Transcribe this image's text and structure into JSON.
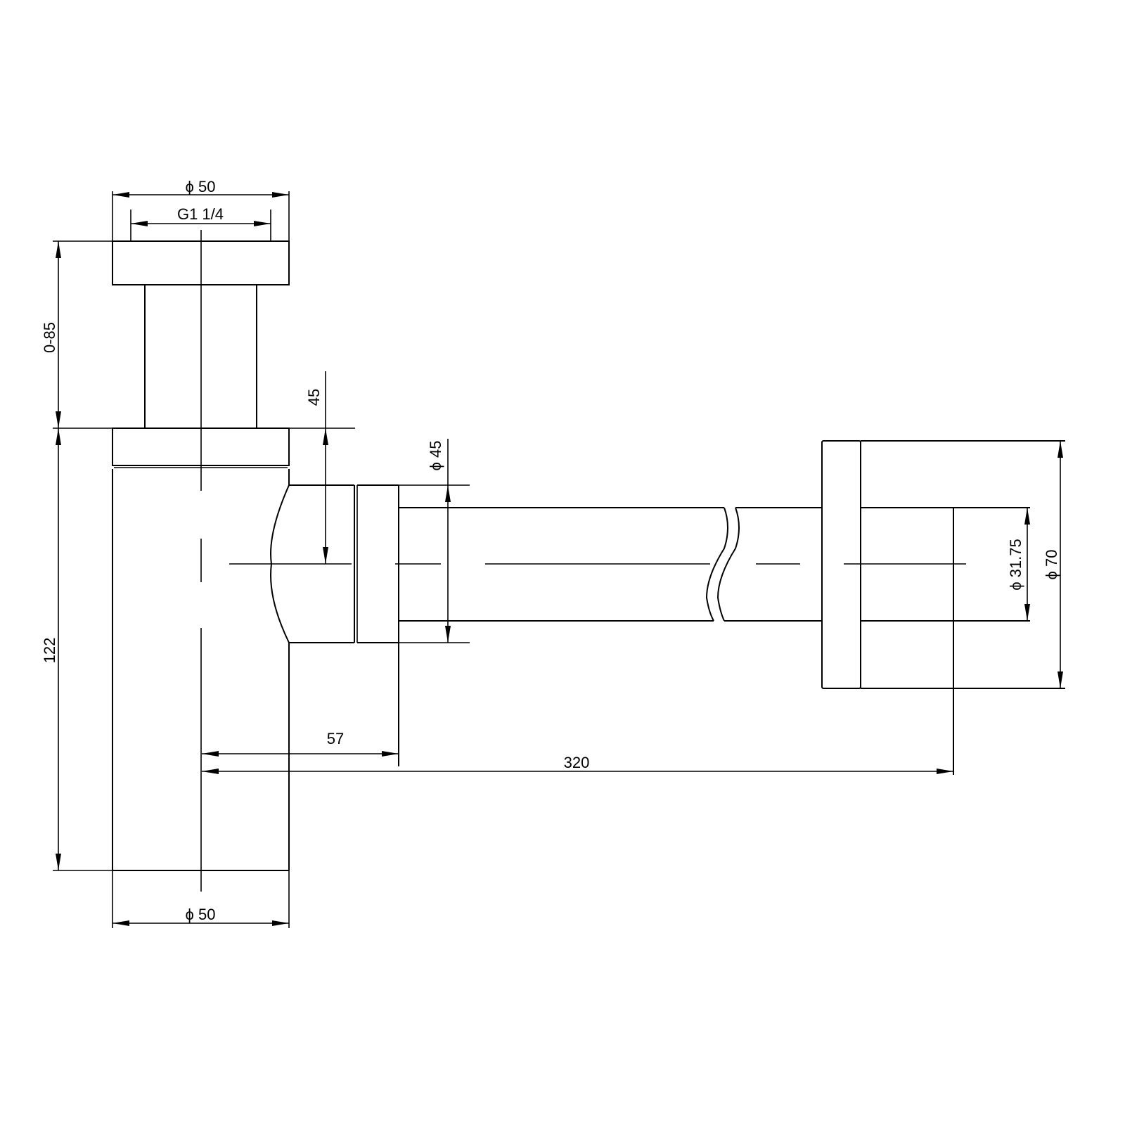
{
  "drawing": {
    "title": "Bottle trap technical drawing",
    "line_color": "#000000",
    "background": "#ffffff"
  },
  "dimensions": {
    "top_flange_diameter": "ϕ 50",
    "thread": "G1 1/4",
    "tailpiece_height": "0-85",
    "body_height": "122",
    "outlet_offset": "45",
    "outlet_nut_diameter": "ϕ 45",
    "outlet_projection": "57",
    "total_length": "320",
    "pipe_diameter": "ϕ 31.75",
    "wall_flange_diameter": "ϕ 70",
    "bottom_diameter": "ϕ 50"
  }
}
